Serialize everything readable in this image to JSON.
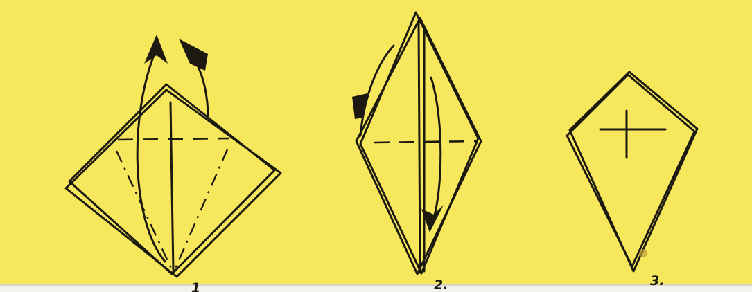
{
  "steps": [
    {
      "number": "1"
    },
    {
      "number": "2."
    },
    {
      "number": "3."
    }
  ]
}
